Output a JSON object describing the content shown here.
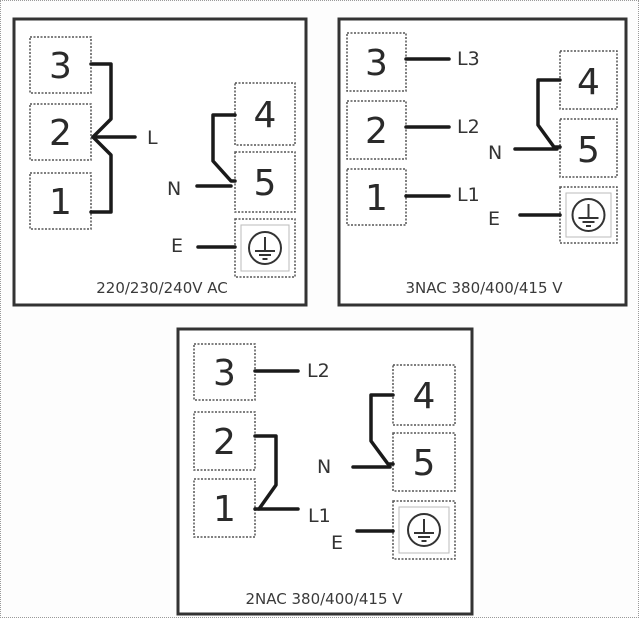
{
  "panels": {
    "single_phase": {
      "caption": "220/230/240V AC",
      "terminals": {
        "t3": "3",
        "t2": "2",
        "t1": "1",
        "t4": "4",
        "t5": "5"
      },
      "labels": {
        "l": "L",
        "n": "N",
        "e": "E"
      }
    },
    "three_phase": {
      "caption": "3NAC 380/400/415 V",
      "terminals": {
        "t3": "3",
        "t2": "2",
        "t1": "1",
        "t4": "4",
        "t5": "5"
      },
      "labels": {
        "l3": "L3",
        "l2": "L2",
        "l1": "L1",
        "n": "N",
        "e": "E"
      }
    },
    "two_phase": {
      "caption": "2NAC 380/400/415 V",
      "terminals": {
        "t3": "3",
        "t2": "2",
        "t1": "1",
        "t4": "4",
        "t5": "5"
      },
      "labels": {
        "l2": "L2",
        "l1": "L1",
        "n": "N",
        "e": "E"
      }
    }
  },
  "icons": {
    "earth": "ground-symbol-icon"
  }
}
